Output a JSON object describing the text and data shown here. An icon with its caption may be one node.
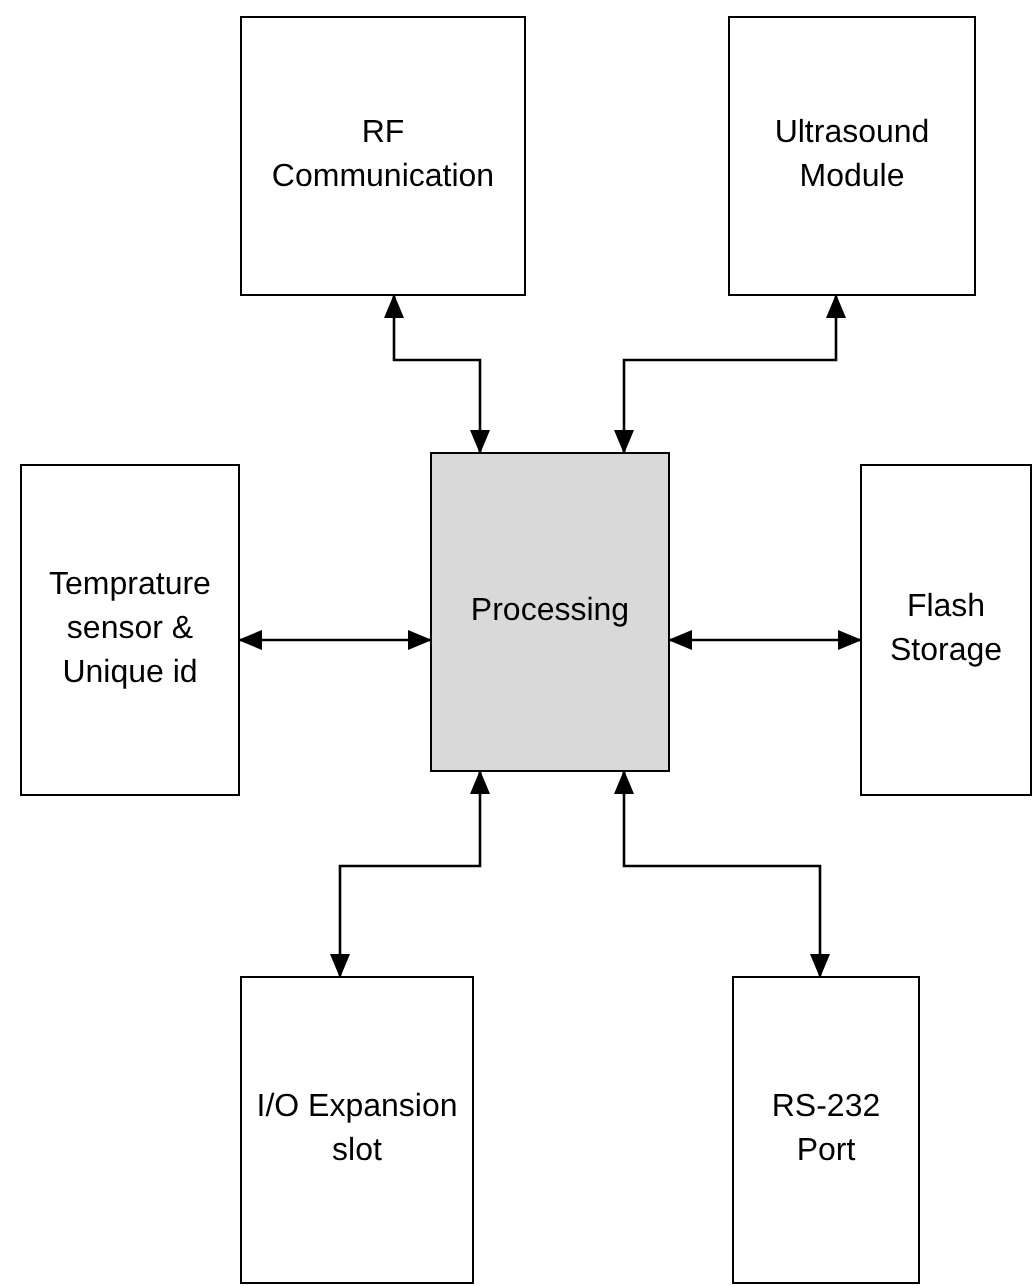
{
  "diagram": {
    "nodes": [
      {
        "text": [
          "RF Communication"
        ]
      },
      {
        "text": [
          "Ultrasound Module"
        ]
      },
      {
        "text": [
          "Temprature sensor & Unique id"
        ]
      },
      {
        "text": [
          "Processing"
        ]
      },
      {
        "text": [
          "Flash Storage"
        ]
      },
      {
        "text": [
          "I/O Expansion slot"
        ]
      },
      {
        "text": [
          "RS-232 Port"
        ]
      }
    ],
    "edges": [
      {
        "from": 0,
        "to": 3,
        "arrow": "both"
      },
      {
        "from": 1,
        "to": 3,
        "arrow": "both"
      },
      {
        "from": 2,
        "to": 3,
        "arrow": "both"
      },
      {
        "from": 3,
        "to": 4,
        "arrow": "both"
      },
      {
        "from": 3,
        "to": 5,
        "arrow": "both"
      },
      {
        "from": 3,
        "to": 6,
        "arrow": "both"
      }
    ]
  }
}
